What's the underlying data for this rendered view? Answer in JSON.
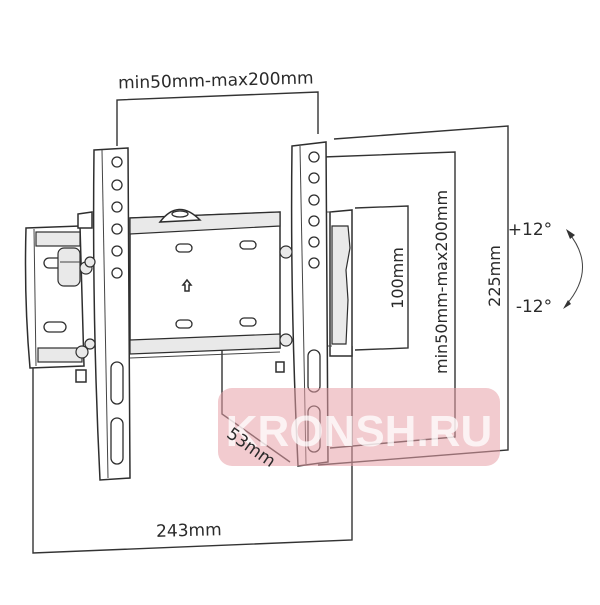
{
  "diagram": {
    "subject": "Tilting TV wall mount bracket",
    "dimensions": {
      "top_width_range": "min50mm-max200mm",
      "inner_vertical": "100mm",
      "vertical_range": "min50mm-max200mm",
      "height": "225mm",
      "depth": "53mm",
      "width": "243mm"
    },
    "tilt": {
      "up": "+12°",
      "down": "-12°"
    },
    "watermark": {
      "text": "KRONSH.RU",
      "color": "#e8a0a8"
    },
    "colors": {
      "line": "#333333",
      "background": "#ffffff"
    }
  }
}
